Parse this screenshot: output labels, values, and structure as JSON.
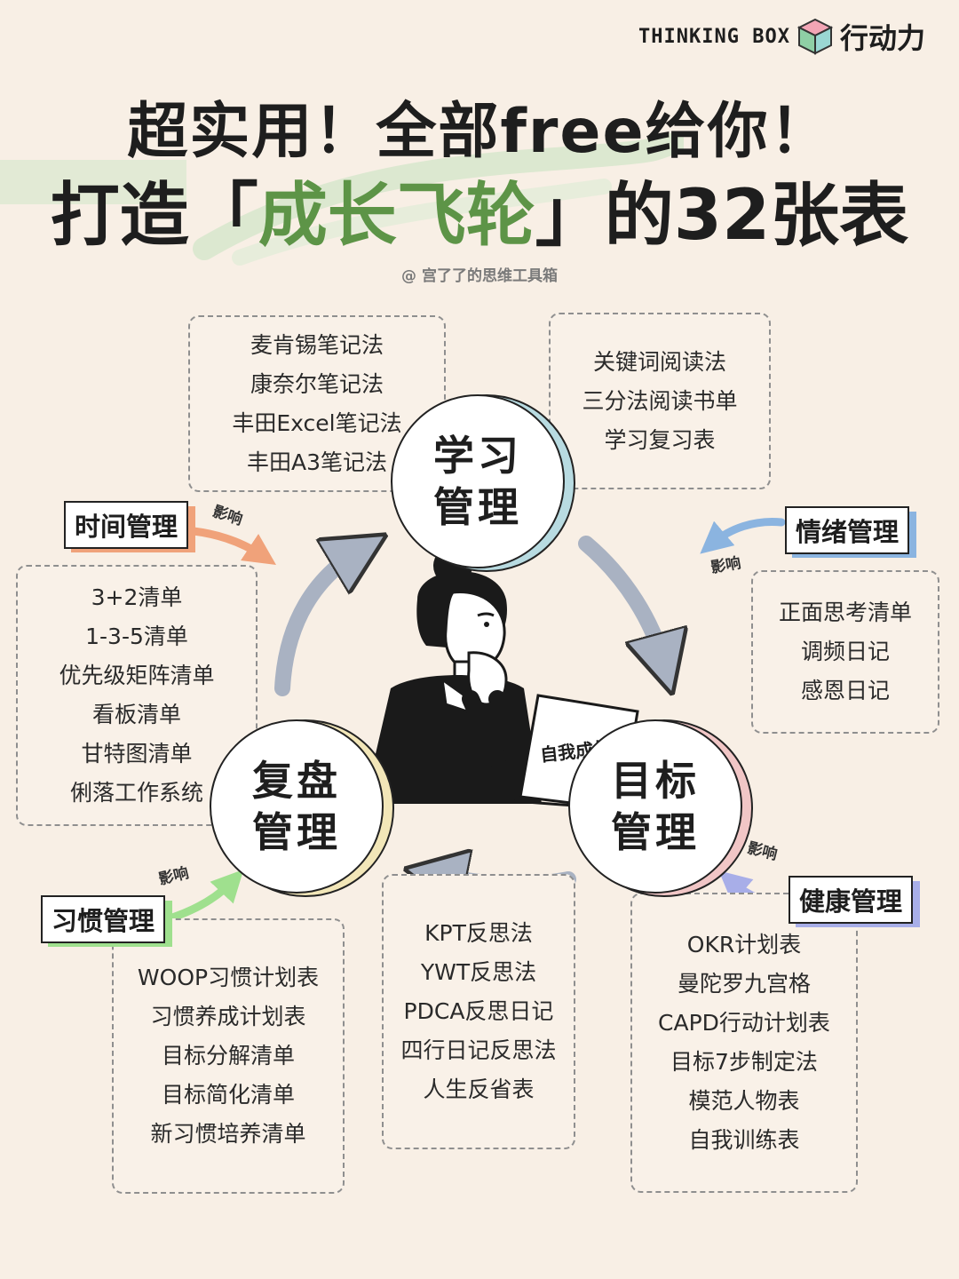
{
  "brand": {
    "text": "THINKING BOX",
    "cn": "行动力"
  },
  "title": {
    "line1": "超实用！全部free给你！",
    "line2_pre": "打造「",
    "line2_green": "成长飞轮",
    "line2_post": "」的32张表"
  },
  "credit": "@ 宫了了的思维工具箱",
  "circles": {
    "learning": "学习管理",
    "goal": "目标管理",
    "review": "复盘管理"
  },
  "center_label": "自我成长",
  "tags": {
    "time": "时间管理",
    "emotion": "情绪管理",
    "habit": "习惯管理",
    "health": "健康管理",
    "influence": "影响"
  },
  "boxes": {
    "notes": [
      "麦肯锡笔记法",
      "康奈尔笔记法",
      "丰田Excel笔记法",
      "丰田A3笔记法"
    ],
    "reading": [
      "关键词阅读法",
      "三分法阅读书单",
      "学习复习表"
    ],
    "time": [
      "3+2清单",
      "1-3-5清单",
      "优先级矩阵清单",
      "看板清单",
      "甘特图清单",
      "俐落工作系统"
    ],
    "emotion": [
      "正面思考清单",
      "调频日记",
      "感恩日记"
    ],
    "review": [
      "KPT反思法",
      "YWT反思法",
      "PDCA反思日记",
      "四行日记反思法",
      "人生反省表"
    ],
    "habit": [
      "WOOP习惯计划表",
      "习惯养成计划表",
      "目标分解清单",
      "目标简化清单",
      "新习惯培养清单"
    ],
    "goal": [
      "OKR计划表",
      "曼陀罗九宫格",
      "CAPD行动计划表",
      "目标7步制定法",
      "模范人物表",
      "自我训练表"
    ]
  },
  "colors": {
    "background": "#f8efe5",
    "accent_green": "#5d9447",
    "arrow_gray": "#a9b2c2",
    "tag_orange": "#f0a27a",
    "tag_blue": "#8bb4e0",
    "tag_green": "#9fe08e",
    "tag_lavender": "#a8aee8"
  }
}
